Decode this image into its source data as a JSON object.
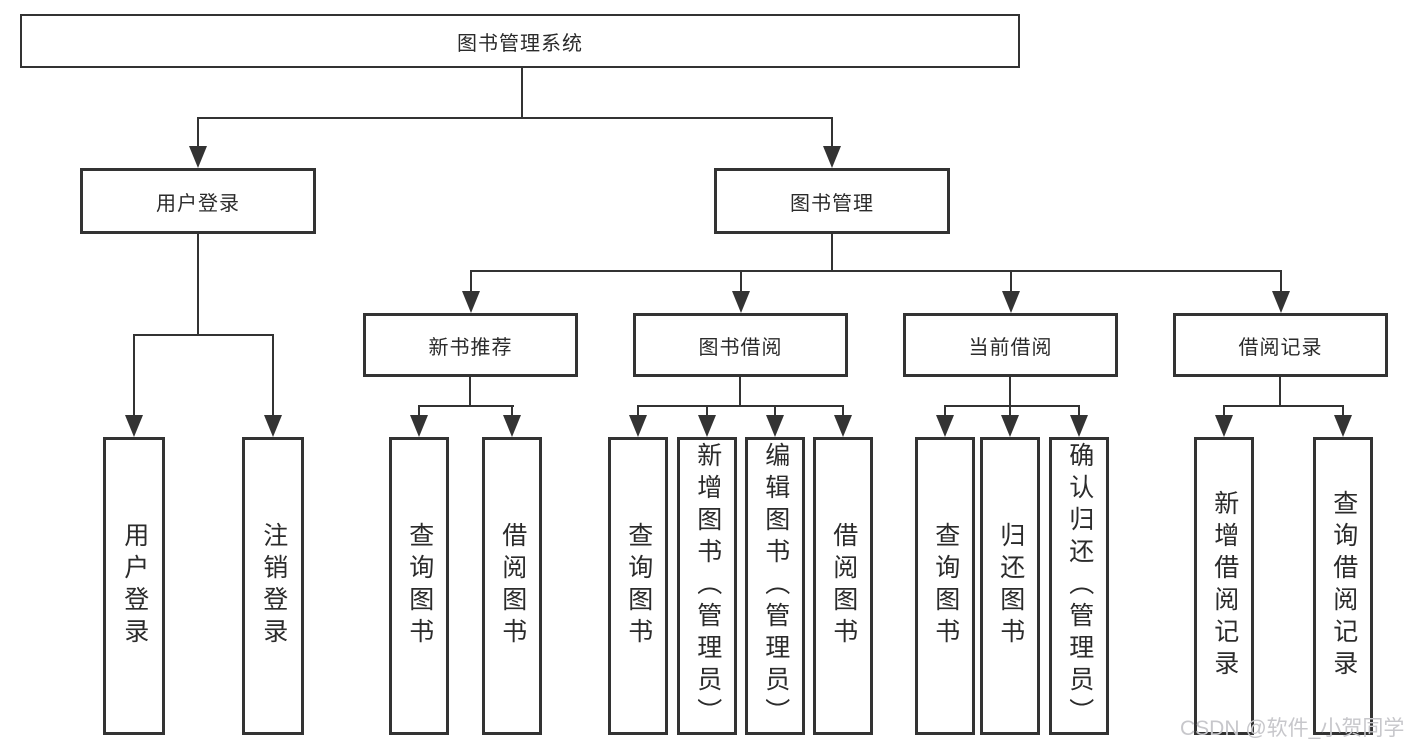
{
  "diagram": {
    "root": "图书管理系统",
    "branches": [
      {
        "label": "用户登录",
        "children": [
          {
            "label": "用户登录"
          },
          {
            "label": "注销登录"
          }
        ]
      },
      {
        "label": "图书管理",
        "children": [
          {
            "label": "新书推荐",
            "children": [
              {
                "label": "查询图书"
              },
              {
                "label": "借阅图书"
              }
            ]
          },
          {
            "label": "图书借阅",
            "children": [
              {
                "label": "查询图书"
              },
              {
                "label": "新增图书（管理员）"
              },
              {
                "label": "编辑图书（管理员）"
              },
              {
                "label": "借阅图书"
              }
            ]
          },
          {
            "label": "当前借阅",
            "children": [
              {
                "label": "查询图书"
              },
              {
                "label": "归还图书"
              },
              {
                "label": "确认归还（管理员）"
              }
            ]
          },
          {
            "label": "借阅记录",
            "children": [
              {
                "label": "新增借阅记录"
              },
              {
                "label": "查询借阅记录"
              }
            ]
          }
        ]
      }
    ]
  },
  "watermark": "CSDN @软件_小贺同学",
  "colors": {
    "line": "#333333",
    "text": "#2b2b2b",
    "background": "#ffffff",
    "watermark": "#c7c7cb"
  }
}
